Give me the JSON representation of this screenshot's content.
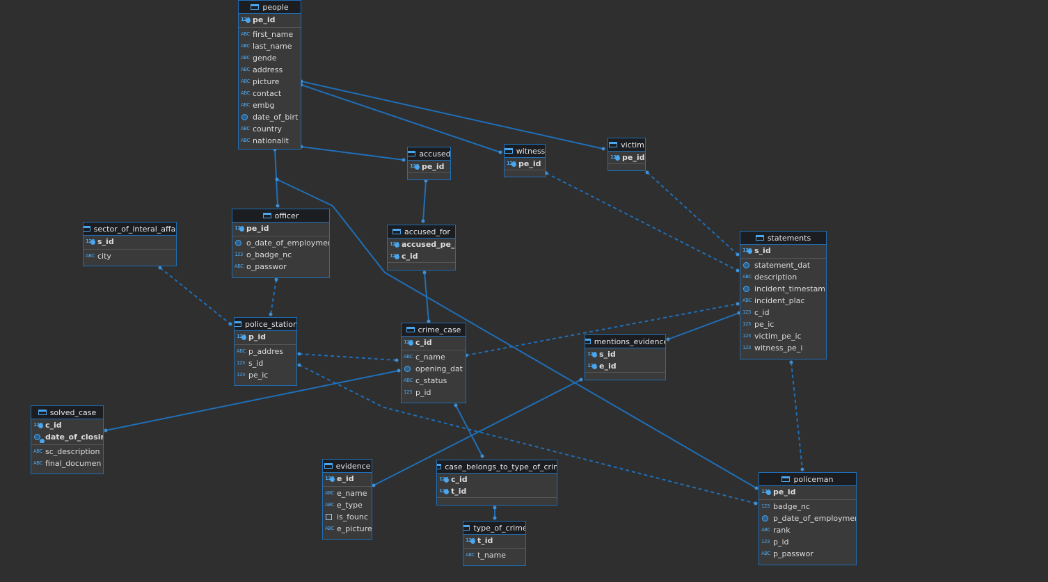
{
  "colors": {
    "background": "#2f2f2f",
    "link": "#1f6fb8",
    "header": "#1b1d20",
    "body": "#3a3a3a"
  },
  "entities": {
    "people": {
      "name": "people",
      "key": [
        "pe_id"
      ],
      "cols": [
        "first_name",
        "last_name",
        "gende",
        "address",
        "picture",
        "contact",
        "embg",
        "date_of_birt",
        "country",
        "nationalit"
      ]
    },
    "accused": {
      "name": "accused",
      "key": [
        "pe_id"
      ],
      "cols": []
    },
    "witness": {
      "name": "witness",
      "key": [
        "pe_id"
      ],
      "cols": []
    },
    "victim": {
      "name": "victim",
      "key": [
        "pe_id"
      ],
      "cols": []
    },
    "officer": {
      "name": "officer",
      "key": [
        "pe_id"
      ],
      "cols": [
        "o_date_of_employmer",
        "o_badge_nc",
        "o_passwor"
      ]
    },
    "accused_for": {
      "name": "accused_for",
      "key": [
        "accused_pe_id",
        "c_id"
      ],
      "cols": []
    },
    "sector": {
      "name": "sector_of_interal_affai",
      "key": [
        "s_id"
      ],
      "cols": [
        "city"
      ]
    },
    "statements": {
      "name": "statements",
      "key": [
        "s_id"
      ],
      "cols": [
        "statement_dat",
        "description",
        "incident_timestamp",
        "incident_plac",
        "c_id",
        "pe_ic",
        "victim_pe_ic",
        "witness_pe_i"
      ]
    },
    "police_station": {
      "name": "police_station",
      "key": [
        "p_id"
      ],
      "cols": [
        "p_addres",
        "s_id",
        "pe_ic"
      ]
    },
    "crime_case": {
      "name": "crime_case",
      "key": [
        "c_id"
      ],
      "cols": [
        "c_name",
        "opening_dat",
        "c_status",
        "p_id"
      ]
    },
    "mentions_evidence": {
      "name": "mentions_evidence",
      "key": [
        "s_id",
        "e_id"
      ],
      "cols": []
    },
    "solved_case": {
      "name": "solved_case",
      "key": [
        "c_id",
        "date_of_closing"
      ],
      "cols": [
        "sc_description",
        "final_documen"
      ]
    },
    "evidence": {
      "name": "evidence",
      "key": [
        "e_id"
      ],
      "cols": [
        "e_name",
        "e_type",
        "is_founc",
        "e_picture"
      ]
    },
    "case_belongs": {
      "name": "case_belongs_to_type_of_crim",
      "key": [
        "c_id",
        "t_id"
      ],
      "cols": []
    },
    "type_of_crime": {
      "name": "type_of_crime",
      "key": [
        "t_id"
      ],
      "cols": [
        "t_name"
      ]
    },
    "policeman": {
      "name": "policeman",
      "key": [
        "pe_id"
      ],
      "cols": [
        "badge_nc",
        "p_date_of_employmer",
        "rank",
        "p_id",
        "p_passwor"
      ]
    }
  },
  "type_icons": {
    "text": "ABC",
    "number": "123"
  }
}
